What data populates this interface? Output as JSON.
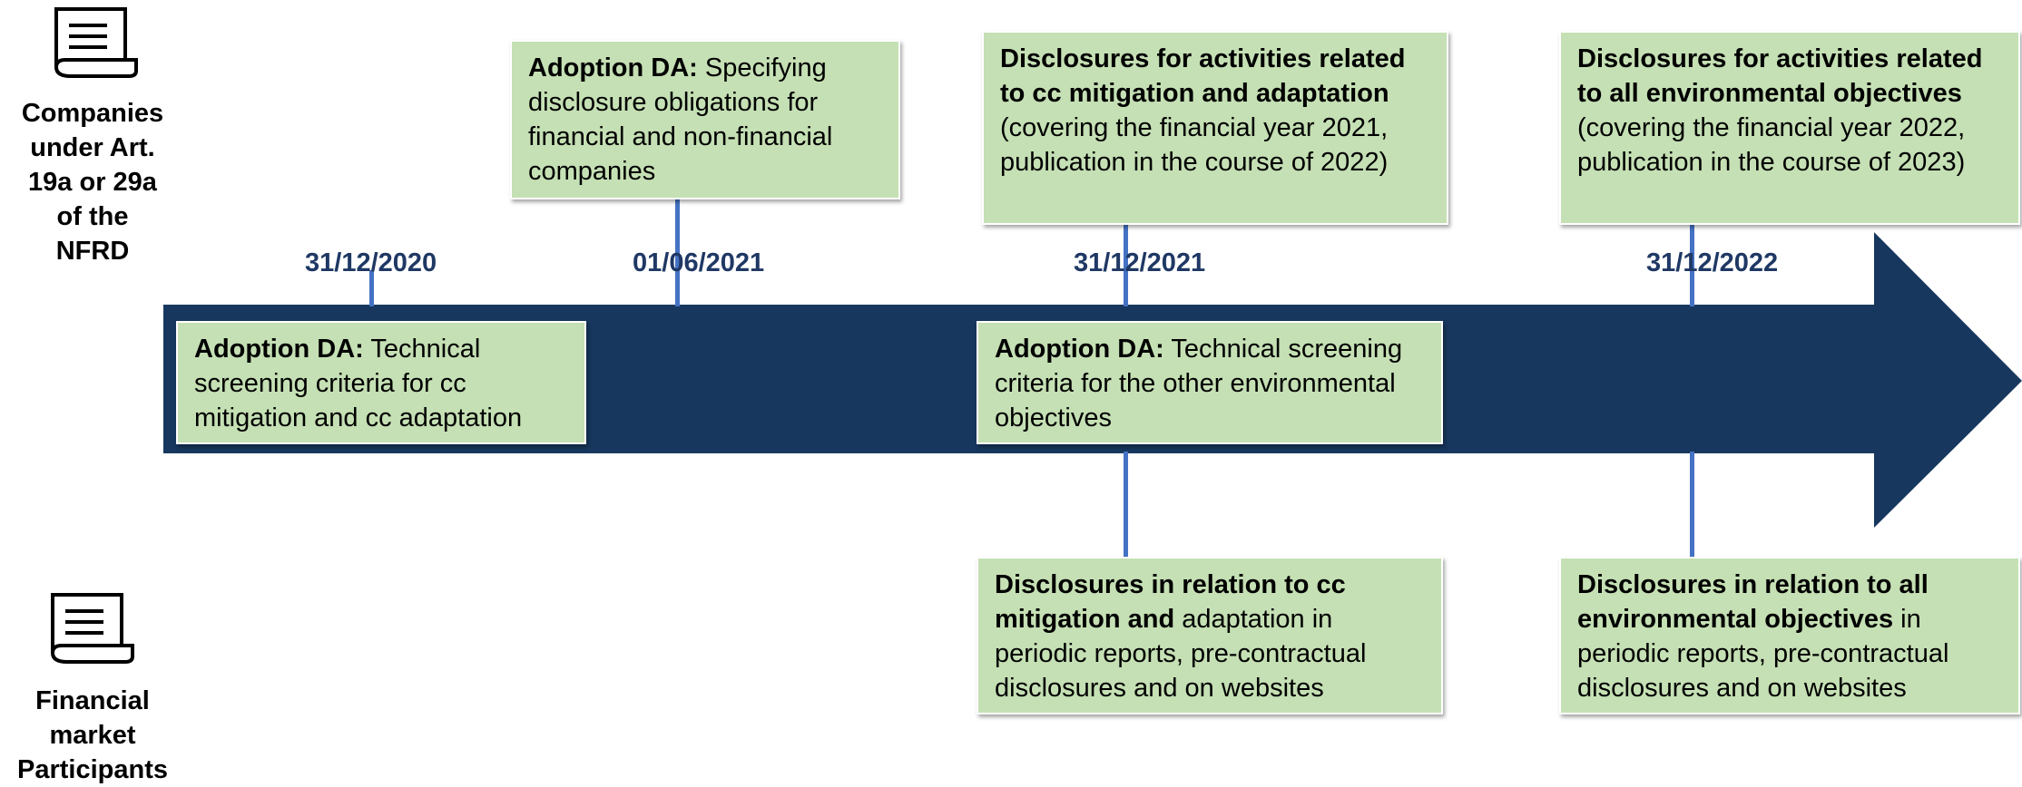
{
  "companies": {
    "icon": "document-scroll-icon",
    "label_lines": [
      "Companies",
      "under Art.",
      "19a or 29a",
      "of the",
      "NFRD"
    ]
  },
  "fmp": {
    "icon": "document-scroll-icon",
    "label_lines": [
      "Financial",
      "market",
      "Participants"
    ]
  },
  "dates": {
    "d1": "31/12/2020",
    "d2": "01/06/2021",
    "d3": "31/12/2021",
    "d4": "31/12/2022"
  },
  "boxes": {
    "adoption_specifying": {
      "bold": "Adoption DA:",
      "text": " Specifying disclosure obligations for financial and non-financial companies"
    },
    "disclosures_cc": {
      "bold": "Disclosures for activities related to cc mitigation and adaptation",
      "text": " (covering the financial year 2021, publication in the course of 2022)"
    },
    "disclosures_all": {
      "bold": "Disclosures for activities related to all environmental objectives",
      "text": " (covering the financial year 2022, publication in the course of 2023)"
    },
    "adoption_cc": {
      "bold": "Adoption DA:",
      "text": " Technical screening criteria for cc mitigation and cc adaptation"
    },
    "adoption_other": {
      "bold": "Adoption DA:",
      "text": " Technical screening criteria for the other environmental objectives"
    },
    "fmp_cc": {
      "bold": "Disclosures in relation to cc mitigation and",
      "text": " adaptation in periodic reports, pre-contractual disclosures and on websites"
    },
    "fmp_all": {
      "bold": "Disclosures in relation to all environmental objectives",
      "text": " in periodic reports, pre-contractual disclosures and on websites"
    }
  },
  "colors": {
    "arrow": "#17375e",
    "box_fill": "#c5e0b4",
    "connector": "#4472c4",
    "date_text": "#1f3864"
  }
}
